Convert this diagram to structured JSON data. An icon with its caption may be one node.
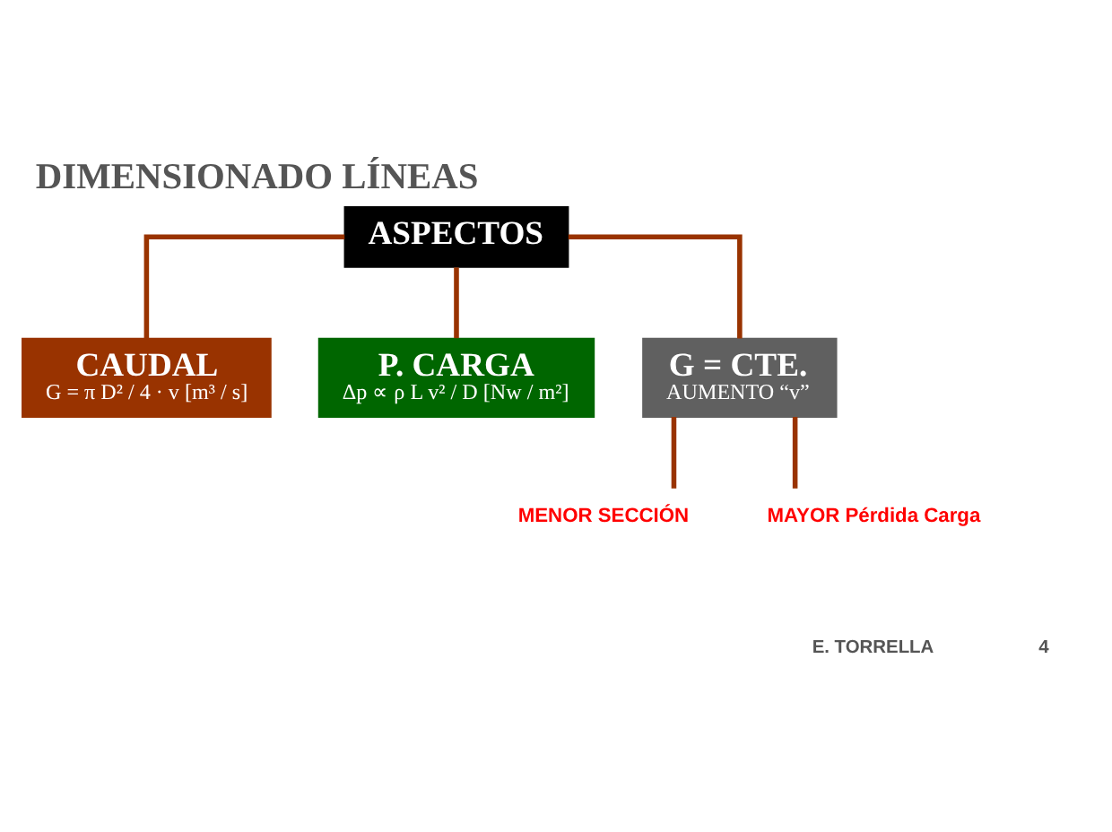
{
  "diagram": {
    "title": "DIMENSIONADO LÍNEAS",
    "nodes": [
      {
        "text": [
          "ASPECTOS"
        ]
      },
      {
        "text": [
          "CAUDAL",
          "G = π D² / 4 · v [m³ / s]"
        ]
      },
      {
        "text": [
          "P. CARGA",
          "Δp ∝ ρ L v² / D [Nw / m²]"
        ]
      },
      {
        "text": [
          "G = CTE.",
          "AUMENTO “v”"
        ]
      },
      {
        "text": [
          "MENOR SECCIÓN"
        ]
      },
      {
        "text": [
          "MAYOR Pérdida Carga"
        ]
      }
    ],
    "edges": [
      {
        "from": 0,
        "to": 1,
        "arrow": "none"
      },
      {
        "from": 0,
        "to": 2,
        "arrow": "none"
      },
      {
        "from": 0,
        "to": 3,
        "arrow": "none"
      },
      {
        "from": 3,
        "to": 4,
        "arrow": "none"
      },
      {
        "from": 3,
        "to": 5,
        "arrow": "none"
      }
    ],
    "labels": [
      "E. TORRELLA",
      "4"
    ]
  }
}
